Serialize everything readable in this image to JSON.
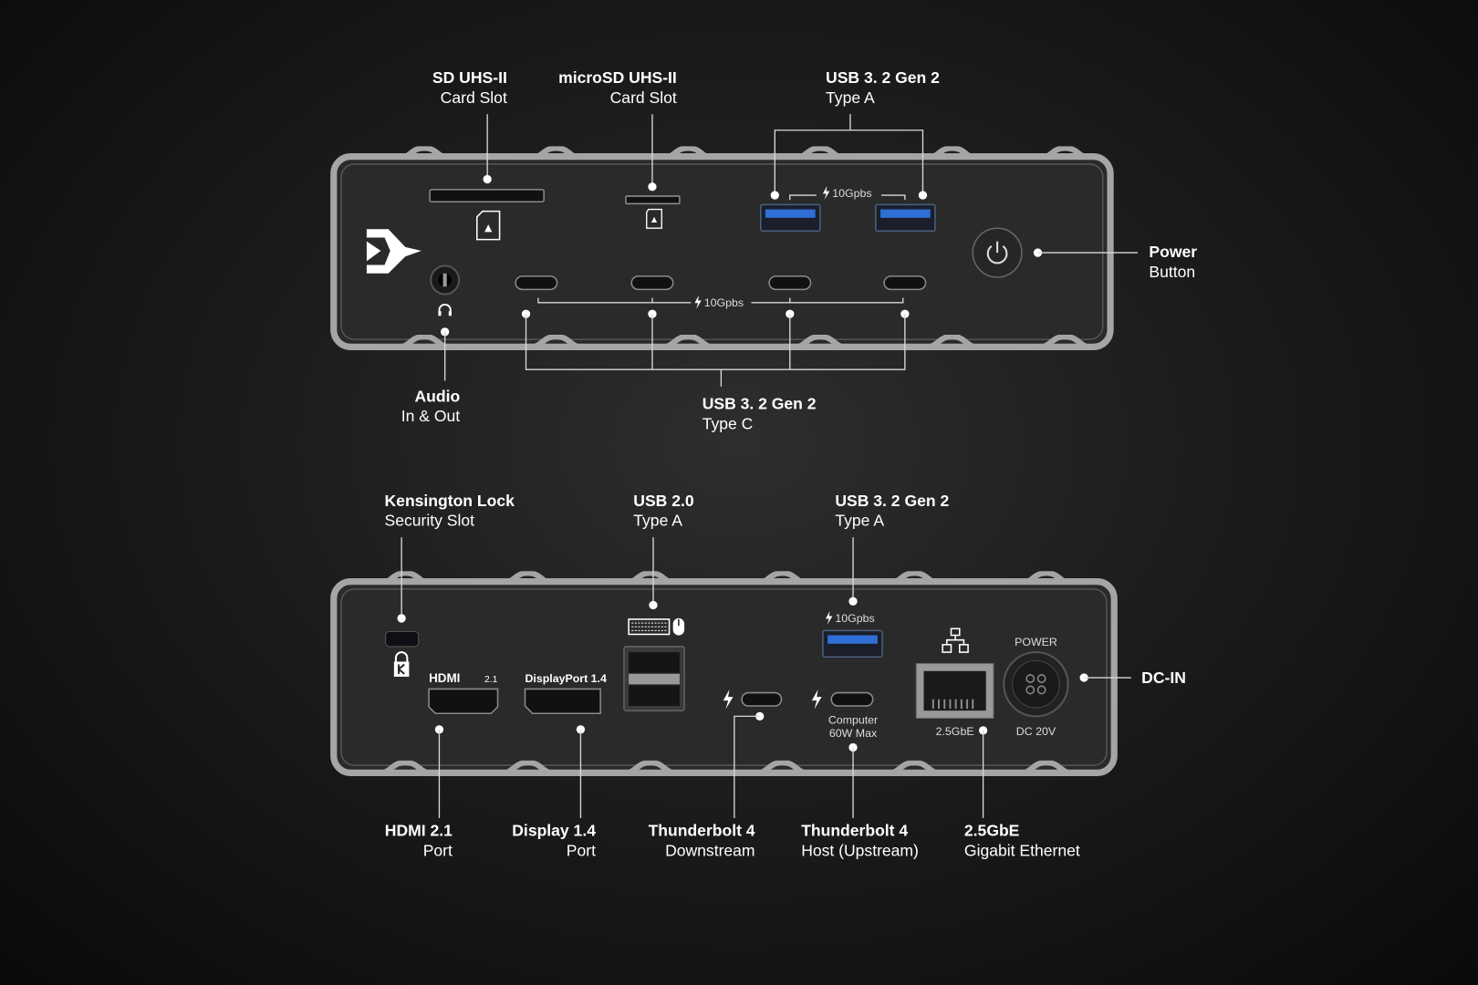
{
  "front_panel": {
    "sd_slot": {
      "title": "SD UHS-II",
      "subtitle": "Card Slot"
    },
    "microsd_slot": {
      "title": "microSD UHS-II",
      "subtitle": "Card Slot"
    },
    "usb_a": {
      "title": "USB 3. 2 Gen 2",
      "subtitle": "Type A",
      "speed": "10Gpbs"
    },
    "power_button": {
      "title": "Power",
      "subtitle": "Button"
    },
    "audio": {
      "title": "Audio",
      "subtitle": "In & Out"
    },
    "usb_c": {
      "title": "USB 3. 2 Gen 2",
      "subtitle": "Type C",
      "speed": "10Gpbs"
    }
  },
  "rear_panel": {
    "kensington": {
      "title": "Kensington Lock",
      "subtitle": "Security Slot"
    },
    "usb2": {
      "title": "USB 2.0",
      "subtitle": "Type A"
    },
    "usb_a": {
      "title": "USB 3. 2 Gen 2",
      "subtitle": "Type A",
      "speed": "10Gpbs"
    },
    "hdmi": {
      "title": "HDMI 2.1",
      "subtitle": "Port",
      "port_label": "HDMI",
      "port_version": "2.1"
    },
    "displayport": {
      "title": "Display 1.4",
      "subtitle": "Port",
      "port_label": "DisplayPort 1.4"
    },
    "tb4_down": {
      "title": "Thunderbolt 4",
      "subtitle": "Downstream"
    },
    "tb4_host": {
      "title": "Thunderbolt 4",
      "subtitle": "Host (Upstream)",
      "note1": "Computer",
      "note2": "60W Max"
    },
    "ethernet": {
      "title": "2.5GbE",
      "subtitle": "Gigabit Ethernet",
      "port_label": "2.5GbE"
    },
    "dc_in": {
      "title": "DC-IN",
      "top_label": "POWER",
      "bottom_label": "DC 20V"
    }
  }
}
